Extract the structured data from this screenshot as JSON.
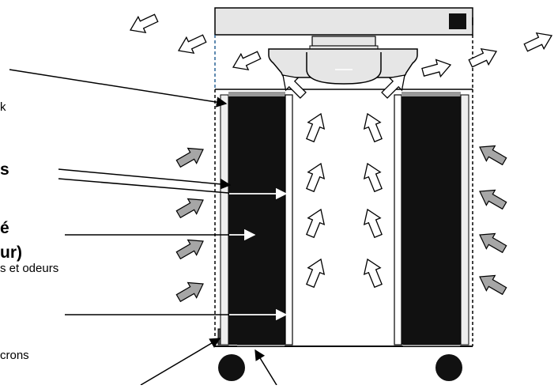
{
  "labels": {
    "frag_k": "k",
    "frag_s": "s",
    "frag_e": "é",
    "frag_ur": "ur)",
    "frag_odeurs": "s et odeurs",
    "frag_crons": "crons"
  },
  "colors": {
    "filter_dark": "#111111",
    "housing_gray": "#e6e6e6",
    "inlet_arrow_fill": "#a6a6a6",
    "outlet_arrow_fill": "#ffffff",
    "dashed_edge": "#2a6496",
    "stroke": "#000000"
  },
  "icons": {
    "inlet": "gray-intake-arrow-icon",
    "flow": "white-airflow-arrow-icon",
    "fan": "fan-unit-icon",
    "wheel": "wheel-icon"
  }
}
